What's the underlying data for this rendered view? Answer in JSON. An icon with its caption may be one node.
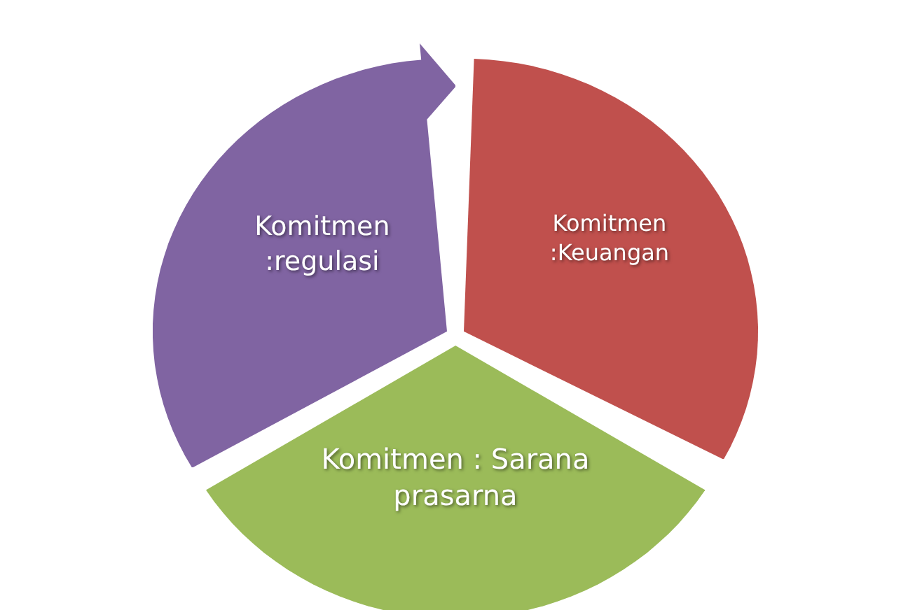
{
  "diagram": {
    "nodes": [
      {
        "text": [
          "Komitmen :regulasi"
        ]
      },
      {
        "text": [
          "Komitmen :Keuangan"
        ]
      },
      {
        "text": [
          "Komitmen : Sarana prasarna"
        ]
      }
    ]
  }
}
